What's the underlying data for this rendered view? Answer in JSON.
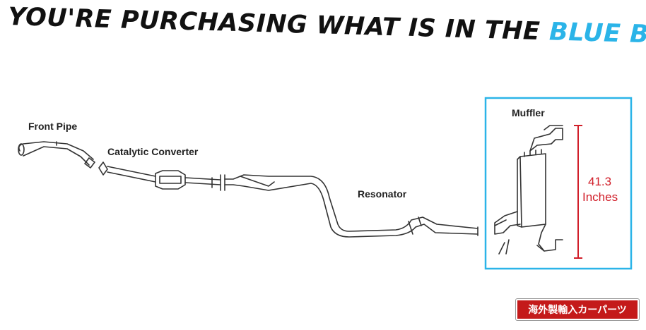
{
  "headline": {
    "part1": "YOU'RE PURCHASING WHAT IS IN THE ",
    "part2": "BLUE BOX"
  },
  "labels": {
    "front_pipe": "Front Pipe",
    "catalytic_converter": "Catalytic Converter",
    "resonator": "Resonator",
    "muffler": "Muffler",
    "dimension_value": "41.3",
    "dimension_unit": "Inches"
  },
  "watermark": "海外製輸入カーパーツ",
  "colors": {
    "highlight_box": "#2bb4e8",
    "dimension": "#d11f2a",
    "watermark_bg": "#c41a1a"
  }
}
